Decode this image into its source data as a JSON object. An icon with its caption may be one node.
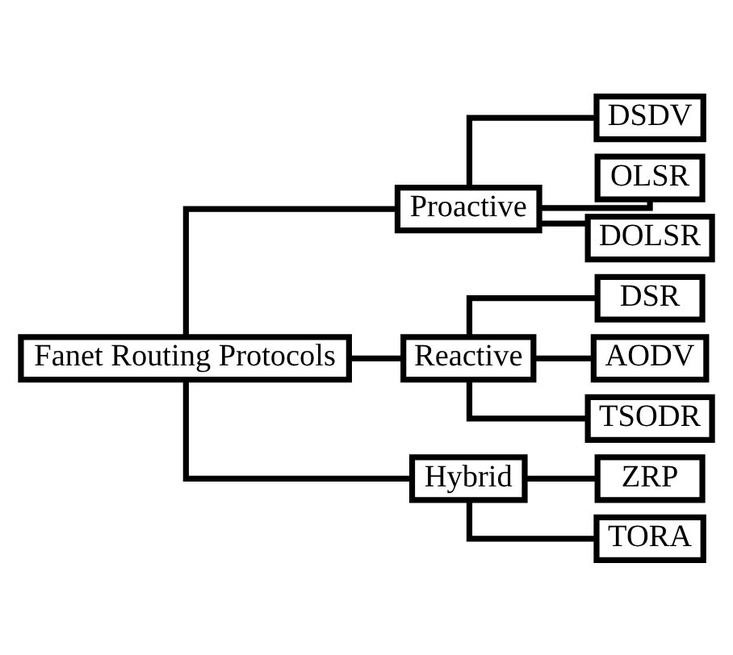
{
  "diagram": {
    "nodes": [
      {
        "text": [
          "Fanet Routing Protocols"
        ]
      },
      {
        "text": [
          "Proactive"
        ]
      },
      {
        "text": [
          "DSDV"
        ]
      },
      {
        "text": [
          "OLSR"
        ]
      },
      {
        "text": [
          "DOLSR"
        ]
      },
      {
        "text": [
          "Reactive"
        ]
      },
      {
        "text": [
          "DSR"
        ]
      },
      {
        "text": [
          "AODV"
        ]
      },
      {
        "text": [
          "TSODR"
        ]
      },
      {
        "text": [
          "Hybrid"
        ]
      },
      {
        "text": [
          "ZRP"
        ]
      },
      {
        "text": [
          "TORA"
        ]
      }
    ],
    "edges": [
      {
        "from": 0,
        "to": 1,
        "arrow": "none"
      },
      {
        "from": 0,
        "to": 5,
        "arrow": "none"
      },
      {
        "from": 0,
        "to": 9,
        "arrow": "none"
      },
      {
        "from": 1,
        "to": 2,
        "arrow": "none"
      },
      {
        "from": 1,
        "to": 3,
        "arrow": "none"
      },
      {
        "from": 1,
        "to": 4,
        "arrow": "none"
      },
      {
        "from": 5,
        "to": 6,
        "arrow": "none"
      },
      {
        "from": 5,
        "to": 7,
        "arrow": "none"
      },
      {
        "from": 5,
        "to": 8,
        "arrow": "none"
      },
      {
        "from": 9,
        "to": 10,
        "arrow": "none"
      },
      {
        "from": 9,
        "to": 11,
        "arrow": "none"
      }
    ]
  }
}
